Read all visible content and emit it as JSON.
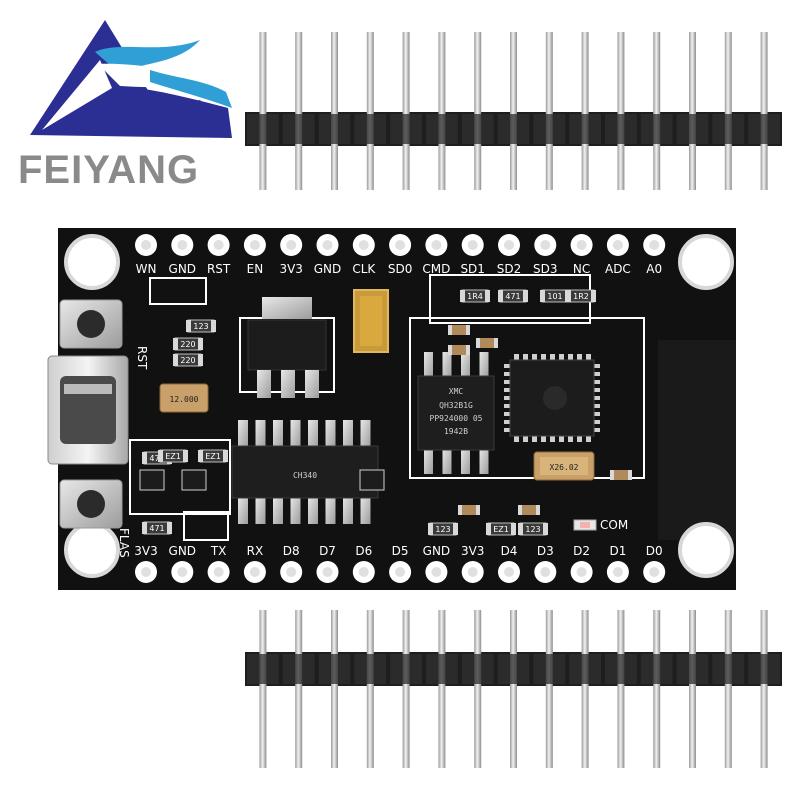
{
  "brand": {
    "name": "FEIYANG"
  },
  "board": {
    "top_pins": [
      "WN",
      "GND",
      "RST",
      "EN",
      "3V3",
      "GND",
      "CLK",
      "SD0",
      "CMD",
      "SD1",
      "SD2",
      "SD3",
      "NC",
      "ADC",
      "A0"
    ],
    "bottom_pins": [
      "3V3",
      "GND",
      "TX",
      "RX",
      "D8",
      "D7",
      "D6",
      "D5",
      "GND",
      "3V3",
      "D4",
      "D3",
      "D2",
      "D1",
      "D0"
    ],
    "side_labels": {
      "rst": "RST",
      "flash": "FLAS"
    },
    "com_label": "COM",
    "crystal_small": "12.000",
    "crystal_main": "X26.02",
    "flash_chip": [
      "XMC",
      "QH32B1G",
      "PP924000 05",
      "1942B"
    ],
    "usb_chip": "CH340",
    "resistor_codes": [
      "123",
      "220",
      "220",
      "471",
      "471",
      "EZ1",
      "EZ1",
      "123",
      "EZ1",
      "123",
      "1R4",
      "471",
      "101",
      "1R2"
    ]
  },
  "headers": {
    "top_pin_count": 15,
    "bottom_pin_count": 15
  }
}
